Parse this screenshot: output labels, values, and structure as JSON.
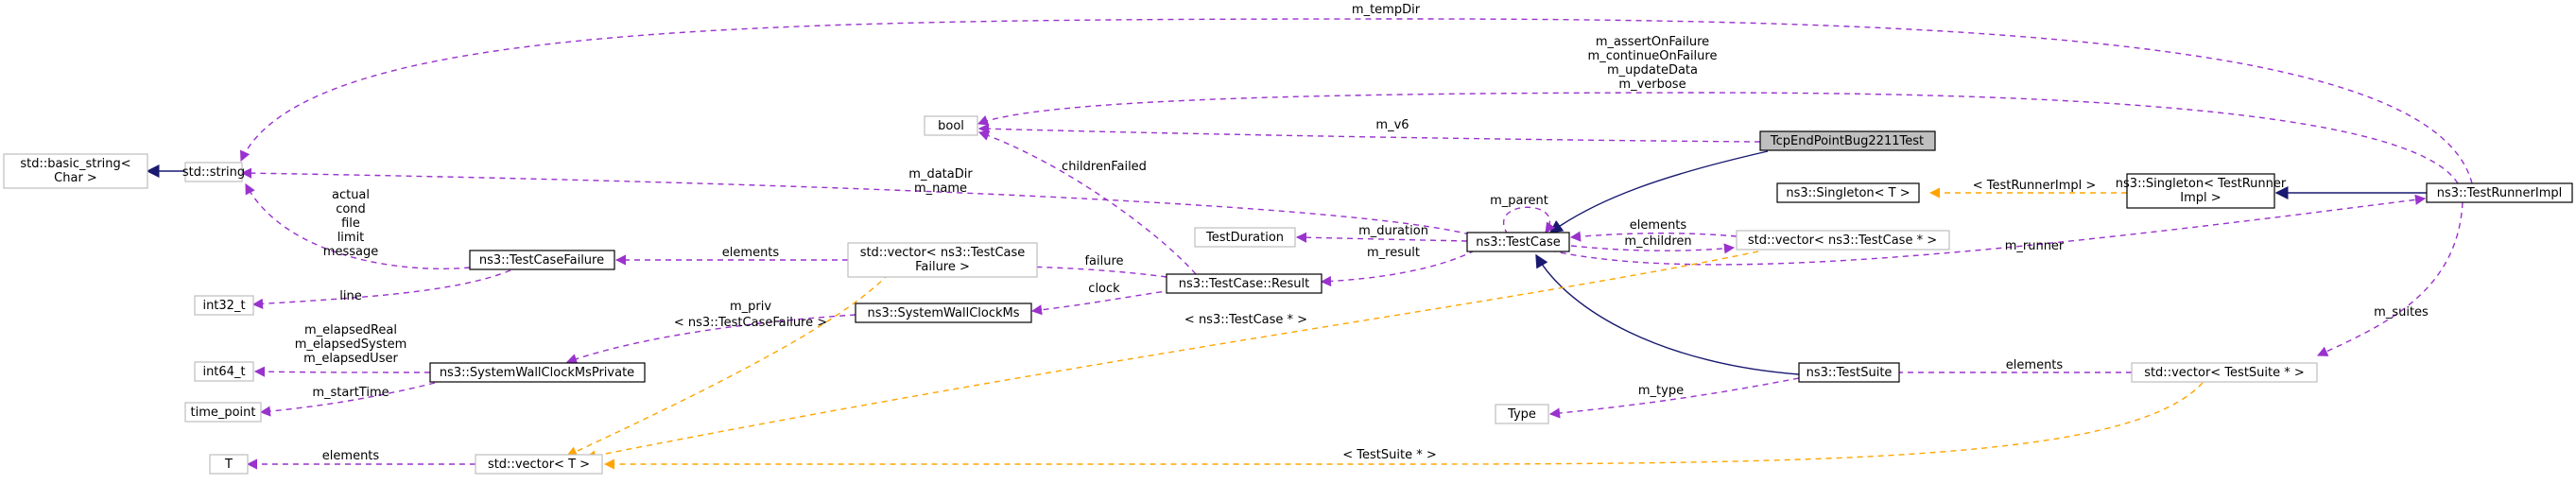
{
  "diagram_type": "collaboration graph",
  "colors": {
    "member_edge": "#9a32cd",
    "template_edge": "#ffa500",
    "inheritance_edge": "#191970",
    "focus_fill": "#bfbfbf",
    "grey_border": "#bfbfbf"
  },
  "nodes": {
    "basic_string": [
      "std::basic_string<",
      "Char >"
    ],
    "std_string": [
      "std::string"
    ],
    "bool": [
      "bool"
    ],
    "int32_t": [
      "int32_t"
    ],
    "int64_t": [
      "int64_t"
    ],
    "time_point": [
      "time_point"
    ],
    "T": [
      "T"
    ],
    "std_vector_T": [
      "std::vector< T >"
    ],
    "TestCaseFailure": [
      "ns3::TestCaseFailure"
    ],
    "SystemWallClockMsPrivate": [
      "ns3::SystemWallClockMsPrivate"
    ],
    "vector_TestCaseFailure": [
      "std::vector< ns3::TestCase",
      "Failure >"
    ],
    "SystemWallClockMs": [
      "ns3::SystemWallClockMs"
    ],
    "TestCase_Result": [
      "ns3::TestCase::Result"
    ],
    "TestDuration": [
      "TestDuration"
    ],
    "TestCase": [
      "ns3::TestCase"
    ],
    "Type": [
      "Type"
    ],
    "TestSuite": [
      "ns3::TestSuite"
    ],
    "TcpEndPointBug2211Test": [
      "TcpEndPointBug2211Test"
    ],
    "vector_TestCase_ptr": [
      "std::vector< ns3::TestCase * >"
    ],
    "Singleton_T": [
      "ns3::Singleton< T >"
    ],
    "Singleton_TestRunnerImpl": [
      "ns3::Singleton< TestRunner",
      "Impl >"
    ],
    "TestRunnerImpl": [
      "ns3::TestRunnerImpl"
    ],
    "vector_TestSuite_ptr": [
      "std::vector< TestSuite * >"
    ]
  },
  "edge_labels": {
    "tempDir": [
      "m_tempDir"
    ],
    "runner_flags": [
      "m_assertOnFailure",
      "m_continueOnFailure",
      "m_updateData",
      "m_verbose"
    ],
    "v6": [
      "m_v6"
    ],
    "childrenFailed": [
      "childrenFailed"
    ],
    "dataDir": [
      "m_dataDir",
      "m_name"
    ],
    "failure_fields": [
      "actual",
      "cond",
      "file",
      "limit",
      "message"
    ],
    "line": [
      "line"
    ],
    "failure_elements": [
      "elements"
    ],
    "parent": [
      "m_parent"
    ],
    "duration": [
      "m_duration"
    ],
    "children_elements": [
      "elements"
    ],
    "children": [
      "m_children"
    ],
    "result": [
      "m_result"
    ],
    "failure": [
      "failure"
    ],
    "clock": [
      "clock"
    ],
    "priv": [
      "m_priv"
    ],
    "tcf_template": [
      "< ns3::TestCaseFailure >"
    ],
    "elapsed": [
      "m_elapsedReal",
      "m_elapsedSystem",
      "m_elapsedUser"
    ],
    "startTime": [
      "m_startTime"
    ],
    "testcase_ptr_template": [
      "< ns3::TestCase * >"
    ],
    "runner": [
      "m_runner"
    ],
    "singleton_template": [
      "< TestRunnerImpl >"
    ],
    "suites": [
      "m_suites"
    ],
    "suite_elements": [
      "elements"
    ],
    "type": [
      "m_type"
    ],
    "T_elements": [
      "elements"
    ],
    "testsuite_ptr_template": [
      "< TestSuite * >"
    ]
  }
}
